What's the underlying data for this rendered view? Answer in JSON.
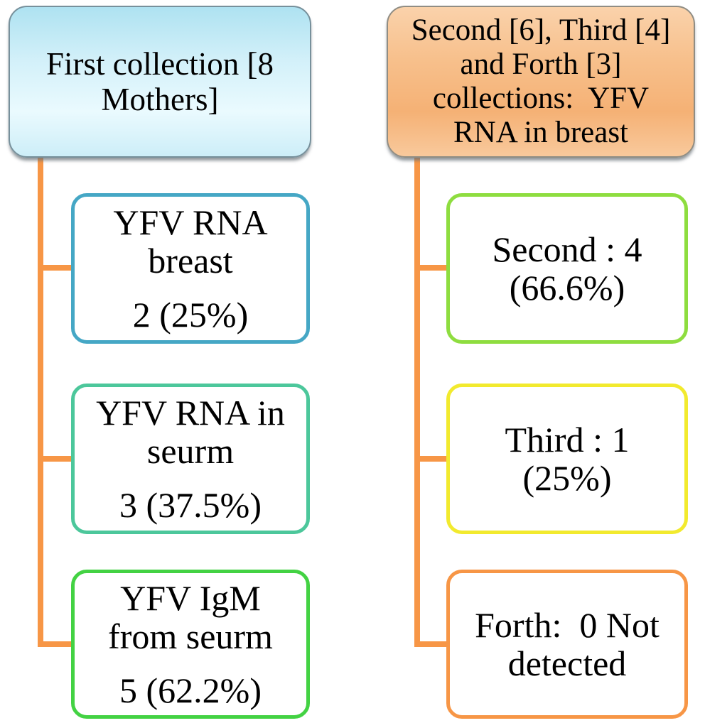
{
  "colors": {
    "connector": "#F79646",
    "left_root_border": "#77909B",
    "left_root_fill_top": "#AEE2F1",
    "left_root_fill_mid": "#D2F0F9",
    "left_root_fill_light": "#EAFAFE",
    "left_root_fill_bottom": "#CDEEF8",
    "right_root_border": "#908D84",
    "right_root_fill_top": "#FAD2AB",
    "right_root_fill_mid": "#F7C08C",
    "right_root_fill_dark": "#F5B175",
    "right_root_fill_bottom": "#F8C99C"
  },
  "left": {
    "root": {
      "lines": [
        "First collection [8",
        "Mothers]"
      ]
    },
    "children": [
      {
        "lines": [
          "YFV RNA",
          "breast"
        ],
        "value": "2 (25%)",
        "border_color": "#45A7C5"
      },
      {
        "lines": [
          "YFV RNA in",
          "seurm"
        ],
        "value": "3 (37.5%)",
        "border_color": "#4CC79B"
      },
      {
        "lines": [
          "YFV IgM",
          "from seurm"
        ],
        "value": "5 (62.2%)",
        "border_color": "#43D243"
      }
    ]
  },
  "right": {
    "root": {
      "lines": [
        "Second [6], Third [4]",
        "and Forth [3]",
        "collections:  YFV",
        "RNA in breast"
      ]
    },
    "children": [
      {
        "lines": [
          "Second : 4",
          "(66.6%)"
        ],
        "border_color": "#8EDD3F"
      },
      {
        "lines": [
          "Third : 1",
          "(25%)"
        ],
        "border_color": "#F2EA2E"
      },
      {
        "lines": [
          "Forth:  0 Not",
          "detected"
        ],
        "border_color": "#F79646"
      }
    ]
  }
}
